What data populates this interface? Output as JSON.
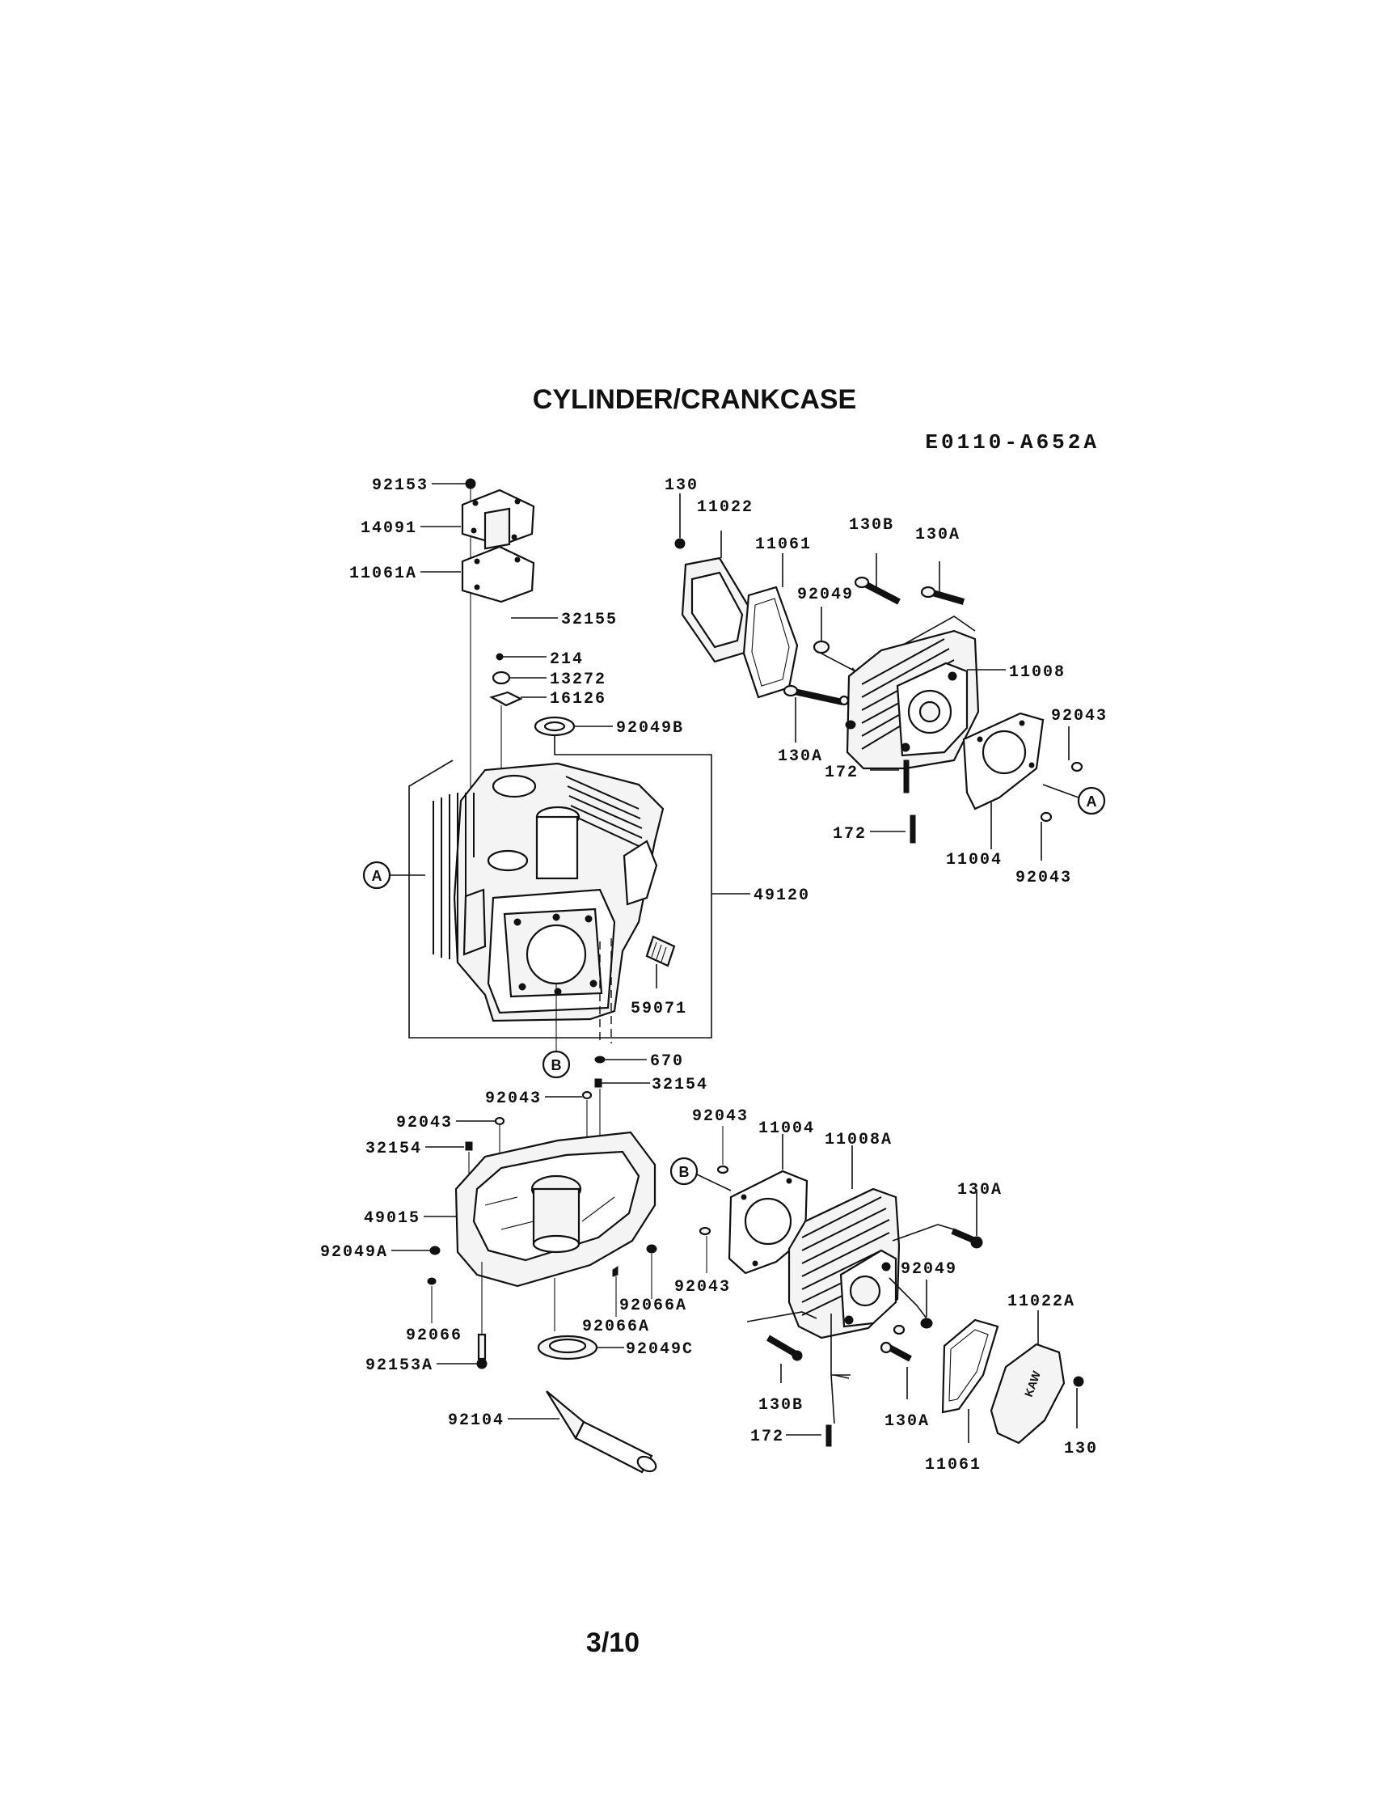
{
  "title": "CYLINDER/CRANKCASE",
  "code": "E0110-A652A",
  "page": "3/10",
  "ref_markers": [
    "A",
    "B"
  ],
  "labels": {
    "92153": "92153",
    "14091": "14091",
    "11061A": "11061A",
    "32155": "32155",
    "214": "214",
    "13272": "13272",
    "16126": "16126",
    "92049B": "92049B",
    "49120": "49120",
    "59071": "59071",
    "670": "670",
    "130": "130",
    "11022": "11022",
    "11061": "11061",
    "130B": "130B",
    "130A": "130A",
    "92049": "92049",
    "11008": "11008",
    "92043": "92043",
    "172": "172",
    "11004": "11004",
    "32154": "32154",
    "49015": "49015",
    "92049A": "92049A",
    "92066": "92066",
    "92153A": "92153A",
    "92066A": "92066A",
    "92049C": "92049C",
    "92104": "92104",
    "11008A": "11008A",
    "11022A": "11022A"
  }
}
